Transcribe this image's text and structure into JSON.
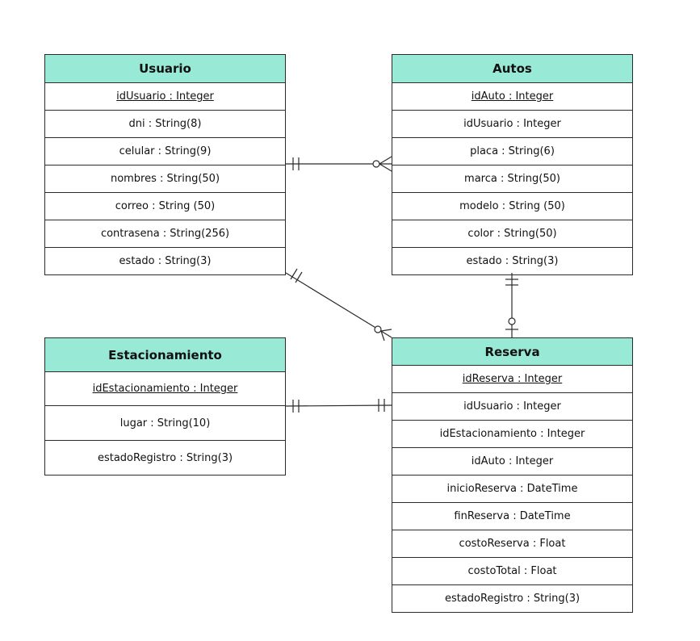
{
  "entities": {
    "usuario": {
      "title": "Usuario",
      "fields": [
        "idUsuario : Integer",
        "dni : String(8)",
        "celular : String(9)",
        "nombres : String(50)",
        "correo : String (50)",
        "contrasena : String(256)",
        "estado : String(3)"
      ]
    },
    "autos": {
      "title": "Autos",
      "fields": [
        "idAuto : Integer",
        "idUsuario : Integer",
        "placa : String(6)",
        "marca : String(50)",
        "modelo : String (50)",
        "color : String(50)",
        "estado : String(3)"
      ]
    },
    "estacionamiento": {
      "title": "Estacionamiento",
      "fields": [
        "idEstacionamiento : Integer",
        "lugar : String(10)",
        "estadoRegistro : String(3)"
      ]
    },
    "reserva": {
      "title": "Reserva",
      "fields": [
        "idReserva : Integer",
        "idUsuario : Integer",
        "idEstacionamiento : Integer",
        "idAuto : Integer",
        "inicioReserva : DateTime",
        "finReserva : DateTime",
        "costoReserva : Float",
        "costoTotal : Float",
        "estadoRegistro : String(3)"
      ]
    }
  },
  "colors": {
    "header_fill": "#98ead7",
    "border": "#2b2b2b"
  }
}
